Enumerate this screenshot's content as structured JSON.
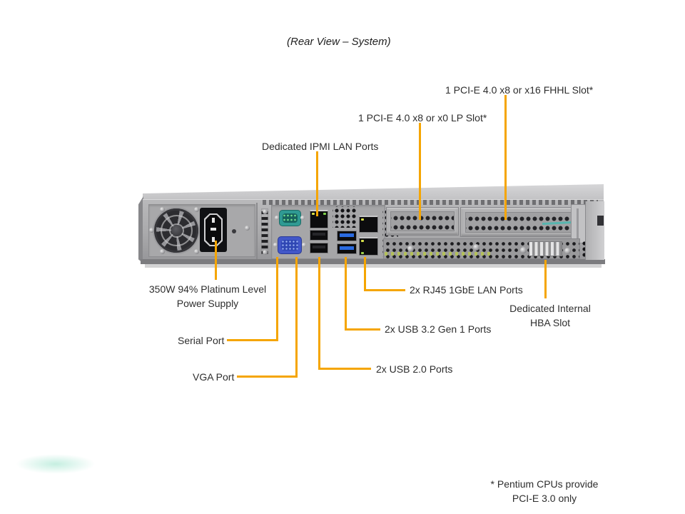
{
  "diagram": {
    "title": "(Rear View – System)",
    "footnote": [
      "* Pentium CPUs provide",
      "PCI-E 3.0 only"
    ],
    "callouts": {
      "fhhl_slot": "1 PCI-E 4.0 x8 or x16 FHHL Slot*",
      "lp_slot": "1 PCI-E 4.0 x8 or x0 LP Slot*",
      "ipmi_lan": "Dedicated IPMI LAN Ports",
      "power_supply": [
        "350W 94% Platinum Level",
        "Power Supply"
      ],
      "serial_port": "Serial Port",
      "vga_port": "VGA Port",
      "lan_ports": "2x RJ45 1GbE LAN Ports",
      "usb32_ports": "2x USB 3.2 Gen 1 Ports",
      "usb20_ports": "2x USB 2.0 Ports",
      "hba_slot": [
        "Dedicated Internal",
        "HBA Slot"
      ]
    },
    "colors": {
      "leader_line": "#F5A500",
      "text": "#2E2E2E",
      "chassis": "#ABABAD",
      "serial_connector": "#2F9A93",
      "vga_connector": "#4257C8",
      "usb3_connector": "#2A6AE0"
    }
  }
}
